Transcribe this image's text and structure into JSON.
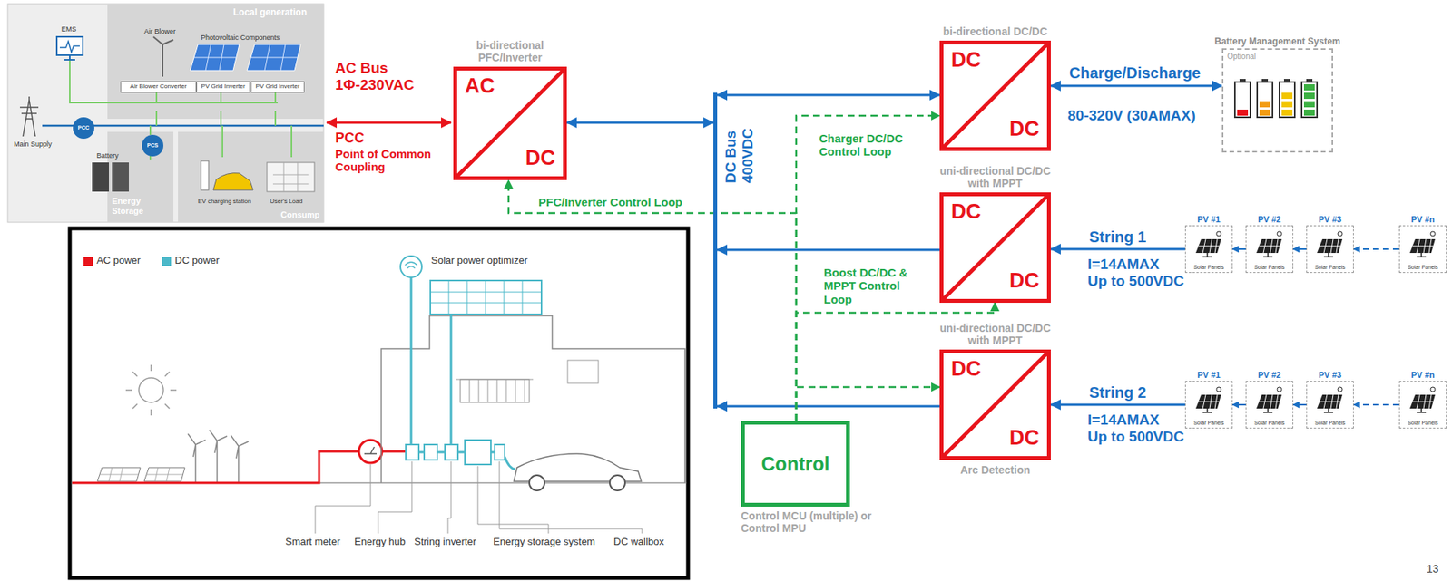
{
  "diagram": {
    "nodes": [
      {
        "text": [
          "Air Blower Converter"
        ]
      },
      {
        "text": [
          "PV Grid Inverter"
        ]
      },
      {
        "text": [
          "PV Grid Inverter"
        ]
      },
      {
        "text": [
          "PCC"
        ]
      },
      {
        "text": [
          "PCS"
        ]
      },
      {
        "text": [
          "bi-directional PFC/Inverter",
          "AC",
          "DC"
        ]
      },
      {
        "text": [
          "DC Bus 400VDC"
        ]
      },
      {
        "text": [
          "bi-directional DC/DC",
          "DC",
          "DC"
        ]
      },
      {
        "text": [
          "Battery Management System",
          "Optional"
        ]
      },
      {
        "text": [
          "uni-directional DC/DC with MPPT",
          "DC",
          "DC"
        ]
      },
      {
        "text": [
          "PV #1",
          "Solar Panels"
        ]
      },
      {
        "text": [
          "PV #2",
          "Solar Panels"
        ]
      },
      {
        "text": [
          "PV #3",
          "Solar Panels"
        ]
      },
      {
        "text": [
          "PV #n",
          "Solar Panels"
        ]
      },
      {
        "text": [
          "uni-directional DC/DC with MPPT",
          "DC",
          "DC",
          "Arc Detection"
        ]
      },
      {
        "text": [
          "PV #1",
          "Solar Panels"
        ]
      },
      {
        "text": [
          "PV #2",
          "Solar Panels"
        ]
      },
      {
        "text": [
          "PV #3",
          "Solar Panels"
        ]
      },
      {
        "text": [
          "PV #n",
          "Solar Panels"
        ]
      },
      {
        "text": [
          "Control",
          "Control MCU (multiple) or Control MPU"
        ]
      }
    ],
    "edges": [
      {
        "from": 5,
        "to": 6,
        "arrow": "both"
      },
      {
        "from": 6,
        "to": 7,
        "arrow": "both"
      },
      {
        "from": 7,
        "to": 8,
        "arrow": "both",
        "label": "Charge/Discharge"
      },
      {
        "from": 9,
        "to": 6,
        "arrow": "to"
      },
      {
        "from": 10,
        "to": 9,
        "arrow": "to",
        "label": "String 1"
      },
      {
        "from": 11,
        "to": 10,
        "arrow": "to"
      },
      {
        "from": 12,
        "to": 11,
        "arrow": "to"
      },
      {
        "from": 13,
        "to": 12,
        "arrow": "to"
      },
      {
        "from": 14,
        "to": 6,
        "arrow": "to"
      },
      {
        "from": 15,
        "to": 14,
        "arrow": "to",
        "label": "String 2"
      },
      {
        "from": 16,
        "to": 15,
        "arrow": "to"
      },
      {
        "from": 17,
        "to": 16,
        "arrow": "to"
      },
      {
        "from": 18,
        "to": 17,
        "arrow": "to"
      },
      {
        "from": 19,
        "to": 5,
        "arrow": "to",
        "label": "PFC/Inverter Control Loop"
      },
      {
        "from": 19,
        "to": 7,
        "arrow": "to",
        "label": "Charger DC/DC Control Loop"
      },
      {
        "from": 19,
        "to": 9,
        "arrow": "to",
        "label": "Boost DC/DC & MPPT Control Loop"
      },
      {
        "from": 19,
        "to": 14,
        "arrow": "to"
      }
    ],
    "labels": [
      "AC Bus",
      "1Φ-230VAC",
      "PCC",
      "Point of Common Coupling",
      "80-320V (30AMAX)",
      "I=14AMAX",
      "Up to 500VDC",
      "I=14AMAX",
      "Up to 500VDC",
      "13",
      "Local generation",
      "EMS",
      "Air Blower",
      "Photovoltaic Components",
      "Main Supply",
      "Battery",
      "Energy Storage",
      "EV charging station",
      "User's Load",
      "Consump",
      "Solar power optimizer",
      "Smart meter",
      "Energy hub",
      "String inverter",
      "Energy storage system",
      "DC wallbox"
    ],
    "legend": [
      {
        "text": "AC power",
        "color": "#e8141b"
      },
      {
        "text": "DC power",
        "color": "#4bb8c9"
      }
    ]
  }
}
